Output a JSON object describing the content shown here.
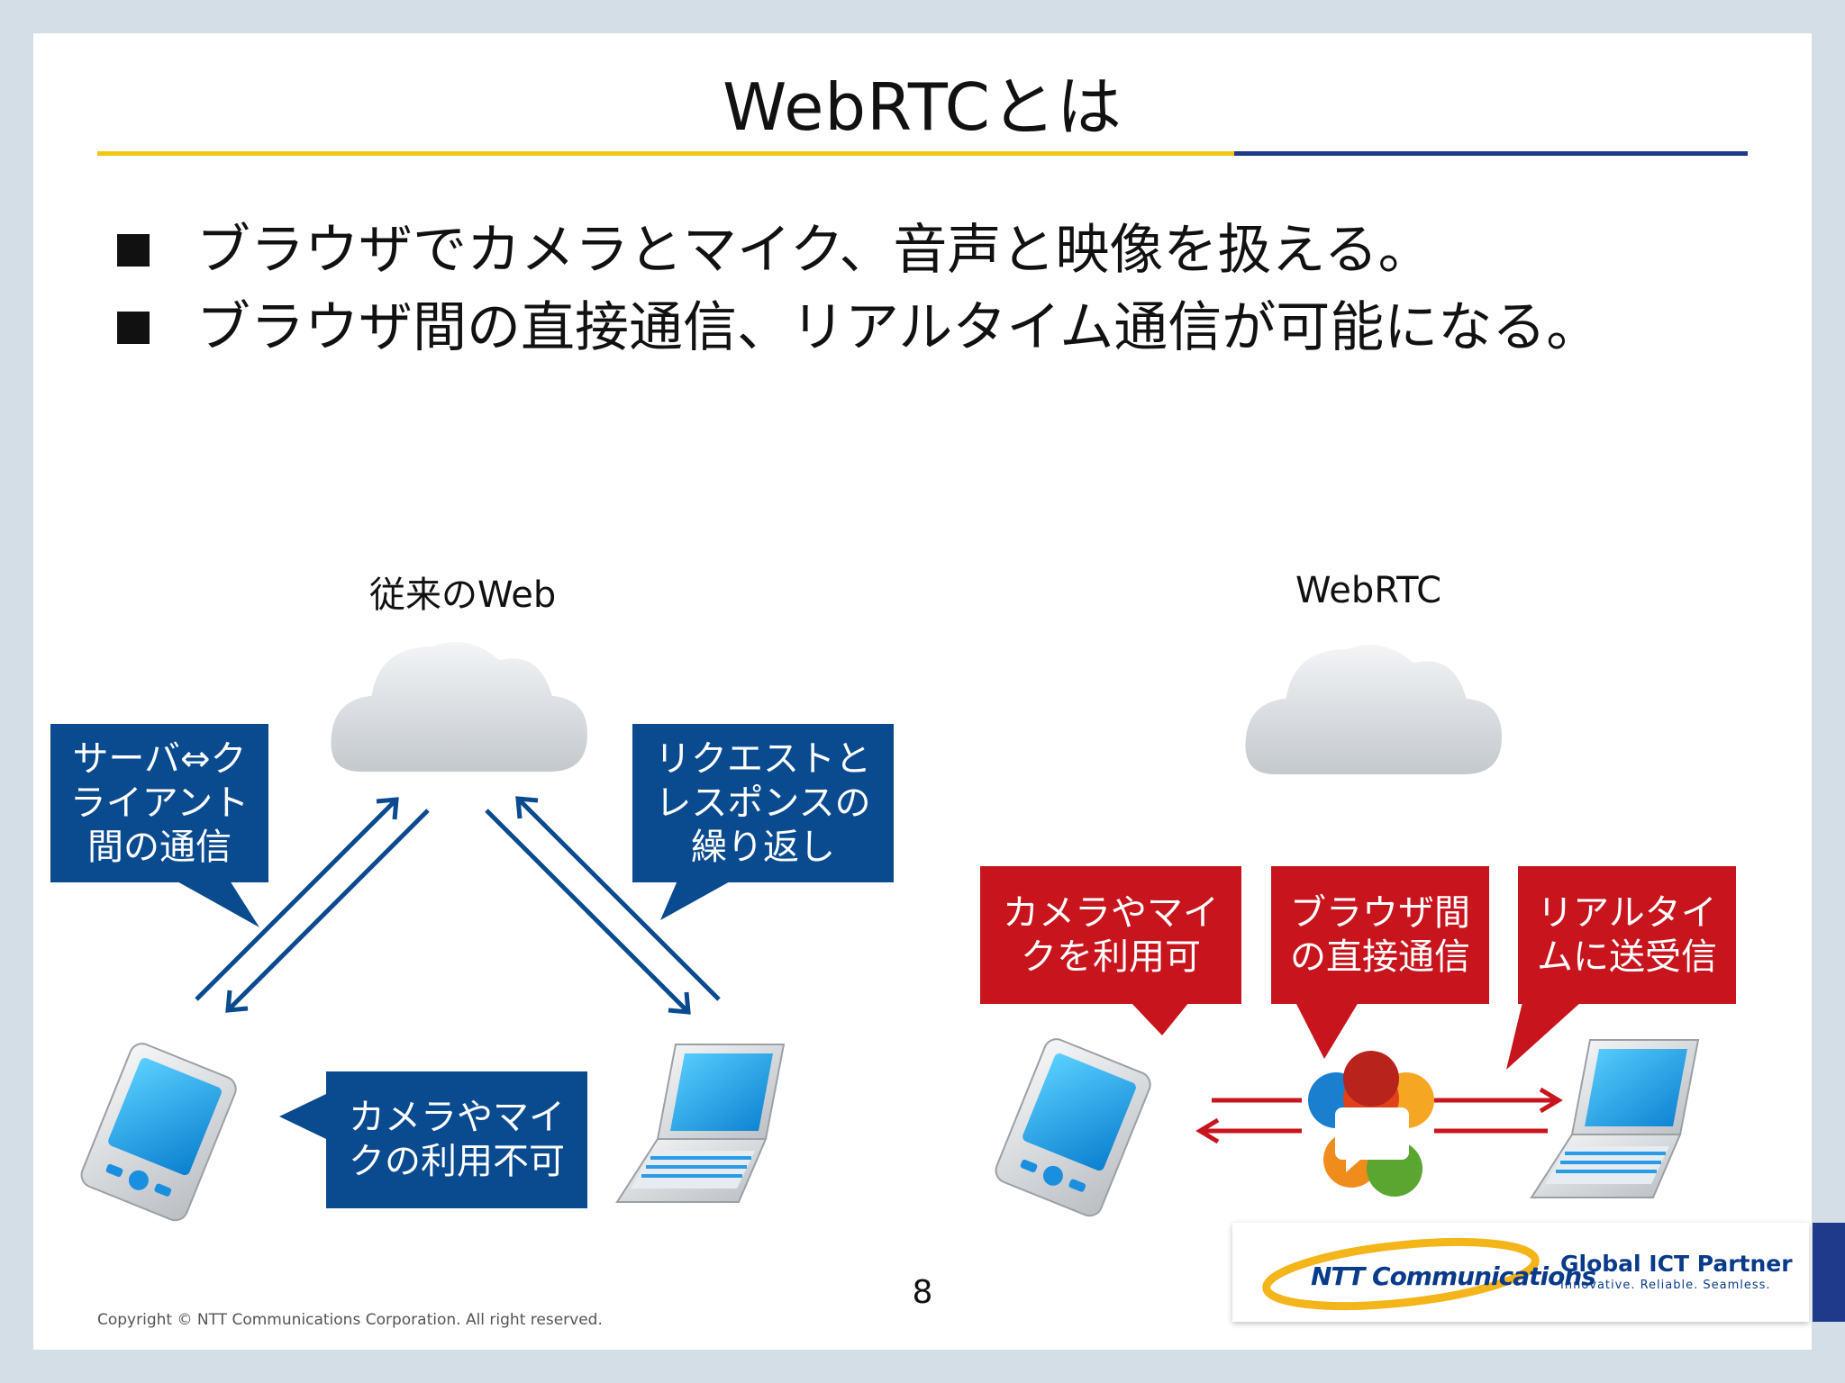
{
  "slide": {
    "title": "WebRTCとは",
    "bullets": [
      "ブラウザでカメラとマイク、音声と映像を扱える。",
      "ブラウザ間の直接通信、リアルタイム通信が可能になる。"
    ],
    "page_number": "8",
    "copyright": "Copyright © NTT Communications Corporation. All right reserved."
  },
  "left_diagram": {
    "label": "従来のWeb",
    "callouts": [
      "サーバ⇔ク\nライアント\n間の通信",
      "リクエストと\nレスポンスの\n繰り返し",
      "カメラやマイ\nクの利用不可"
    ]
  },
  "right_diagram": {
    "label": "WebRTC",
    "callouts": [
      "カメラやマイ\nクを利用可",
      "ブラウザ間\nの直接通信",
      "リアルタイ\nムに送受信"
    ]
  },
  "logo": {
    "company": "NTT Communications",
    "tagline_title": "Global ICT Partner",
    "tagline_sub": "Innovative. Reliable. Seamless."
  },
  "colors": {
    "callout_blue": "#0a4a8f",
    "callout_red": "#c8141c",
    "rule_yellow": "#f3c615",
    "rule_blue": "#1f3a8a"
  },
  "icons": [
    "cloud-icon",
    "smartphone-icon",
    "laptop-icon",
    "webrtc-logo-icon",
    "ntt-logo"
  ]
}
